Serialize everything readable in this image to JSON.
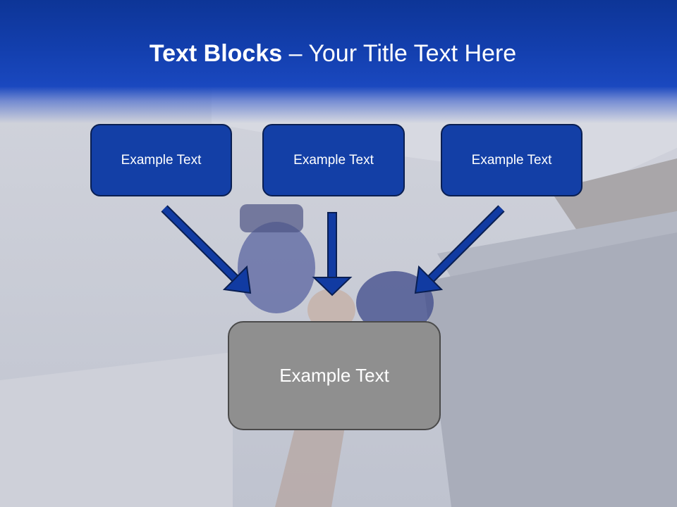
{
  "title": {
    "bold": "Text Blocks",
    "rest": " – Your Title Text Here"
  },
  "boxes": [
    {
      "label": "Example Text"
    },
    {
      "label": "Example Text"
    },
    {
      "label": "Example Text"
    }
  ],
  "target": {
    "label": "Example Text"
  },
  "colors": {
    "header": "#133fae",
    "box_fill": "#133fa6",
    "box_border": "#0a1f52",
    "arrow": "#113ba2",
    "target_fill": "#8f8f8f"
  }
}
